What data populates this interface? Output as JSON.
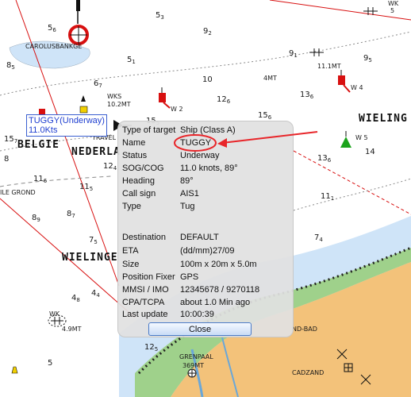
{
  "target_label": {
    "name_status": "TUGGY(Underway)",
    "speed": "11.0Kts"
  },
  "info_panel": {
    "rows": [
      {
        "key": "Type of target",
        "value": "Ship (Class A)"
      },
      {
        "key": "Name",
        "value": "TUGGY"
      },
      {
        "key": "Status",
        "value": "Underway"
      },
      {
        "key": "SOG/COG",
        "value": "11.0 knots, 89°"
      },
      {
        "key": "Heading",
        "value": "89°"
      },
      {
        "key": "Call sign",
        "value": "AIS1"
      },
      {
        "key": "Type",
        "value": "Tug"
      },
      {
        "key": "Destination",
        "value": "DEFAULT"
      },
      {
        "key": "ETA",
        "value": "(dd/mm)27/09"
      },
      {
        "key": "Size",
        "value": "100m x 20m x 5.0m"
      },
      {
        "key": "Position Fixer",
        "value": "GPS"
      },
      {
        "key": "MMSI / IMO",
        "value": "12345678 / 9270118"
      },
      {
        "key": "CPA/TCPA",
        "value": "about 1.0 Min ago"
      },
      {
        "key": "Last update",
        "value": "10:00:39"
      }
    ],
    "close_label": "Close"
  },
  "chart_labels": {
    "carolusbank": "CAROLUSBANKGE",
    "wks": "WKS",
    "wks_depth": "10.2MT",
    "wk_top": "WK",
    "wk_top_sub": "5",
    "mt_11_1": "11.1MT",
    "mt_4": "4MT",
    "w4": "W 4",
    "w2": "W 2",
    "w5": "W 5",
    "belgie": "BELGIE",
    "nederland": "NEDERLA",
    "wielingen_right": "WIELING",
    "wielingen_left": "WIELINGE",
    "travel": "TRAVEL",
    "grond": "ILE GROND",
    "wk_bottom": "WK",
    "wk_bottom_depth": "4.9MT",
    "grenpaal": "GRENPAAL",
    "grenpaal_depth": "369MT",
    "cadzand": "CADZAND",
    "nd_bad": "ND-BAD"
  },
  "colors": {
    "land": "#F3C27A",
    "tidal_flat": "#9FD18B",
    "shallow_water": "#CFE4F8",
    "buoy_red": "#D81010",
    "buoy_green": "#1BA31B",
    "annotation_red": "#E8262A",
    "target_label_blue": "#1F3FD0"
  }
}
